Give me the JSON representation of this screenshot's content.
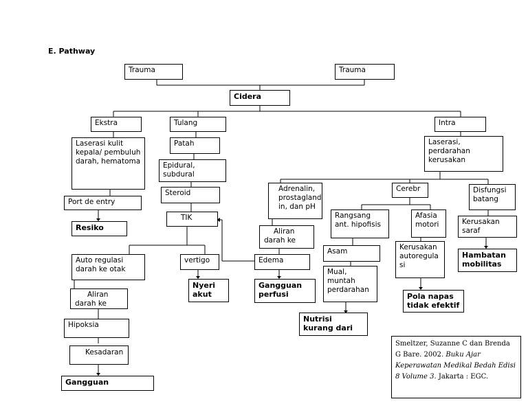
{
  "heading": "E. Pathway",
  "nodes": {
    "trauma_left": "Trauma",
    "trauma_right": "Trauma",
    "cidera": "Cidera",
    "ekstra": "Ekstra",
    "tulang": "Tulang",
    "intra": "Intra",
    "laserasi_kulit": "Laserasi kulit kepala/ pembuluh darah, hematoma",
    "port_entry": "Port de entry",
    "resiko": "Resiko",
    "patah": "Patah",
    "epidural": "Epidural, subdural",
    "steroid": "Steroid",
    "tik": "TIK",
    "auto_regulasi": "Auto regulasi darah ke otak",
    "vertigo": "vertigo",
    "nyeri_akut": "Nyeri akut",
    "aliran_left": "Aliran darah ke",
    "hipoksia": "Hipoksia",
    "kesadaran": "Kesadaran",
    "gangguan_left": "Gangguan",
    "laserasi_intra": "Laserasi, perdarahan kerusakan",
    "adrenalin": "Adrenalin, prostagland in, dan pH",
    "aliran_mid": "Aliran darah ke",
    "edema": "Edema",
    "gangguan_perfusi": "Gangguan perfusi",
    "cerebr": "Cerebr",
    "rangsang": "Rangsang ant. hipofisis",
    "asam": "Asam",
    "mual": "Mual, muntah perdarahan",
    "nutrisi": "Nutrisi kurang dari",
    "afasia": "Afasia motori",
    "kerusakan_auto": "Kerusakan autoregula si",
    "pola_napas": "Pola napas tidak efektif",
    "disfungsi": "Disfungsi batang",
    "kerusakan_saraf": "Kerusakan saraf",
    "hambatan": "Hambatan mobilitas"
  },
  "reference": {
    "authors": "Smeltzer, Suzanne C dan Brenda G Bare. 2002.",
    "book": "Buku Ajar Keperawatan Medikal Bedah Edisi 8 Volume 3.",
    "publisher": "Jakarta : EGC."
  }
}
